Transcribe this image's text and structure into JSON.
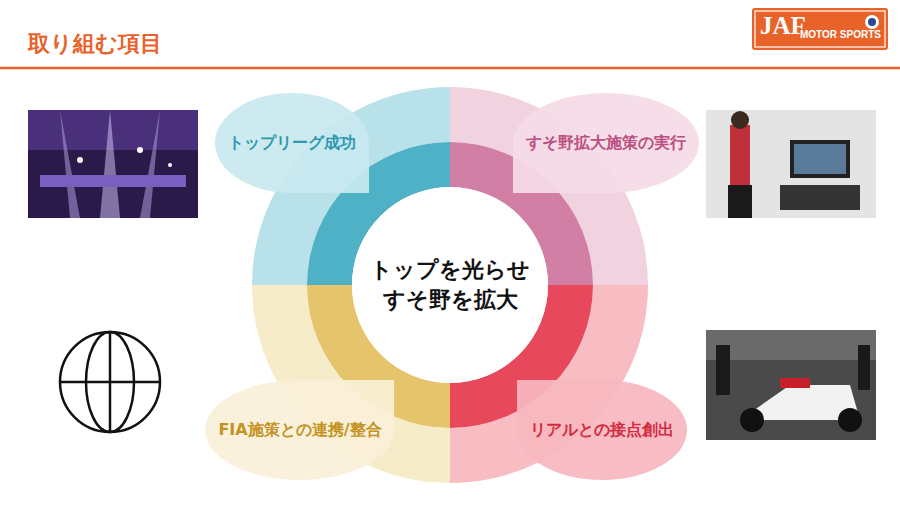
{
  "diagram": {
    "title": "取り組む項目",
    "nodes": [
      {
        "text": [
          "トップリーグ成功"
        ]
      },
      {
        "text": [
          "すそ野拡大施策の実行"
        ]
      },
      {
        "text": [
          "トップを光らせ すそ野を拡大"
        ]
      },
      {
        "text": [
          "FIA施策との連携/整合"
        ]
      },
      {
        "text": [
          "リアルとの接点創出"
        ]
      }
    ],
    "labels": [
      "JAF",
      "MOTOR SPORTS"
    ]
  }
}
